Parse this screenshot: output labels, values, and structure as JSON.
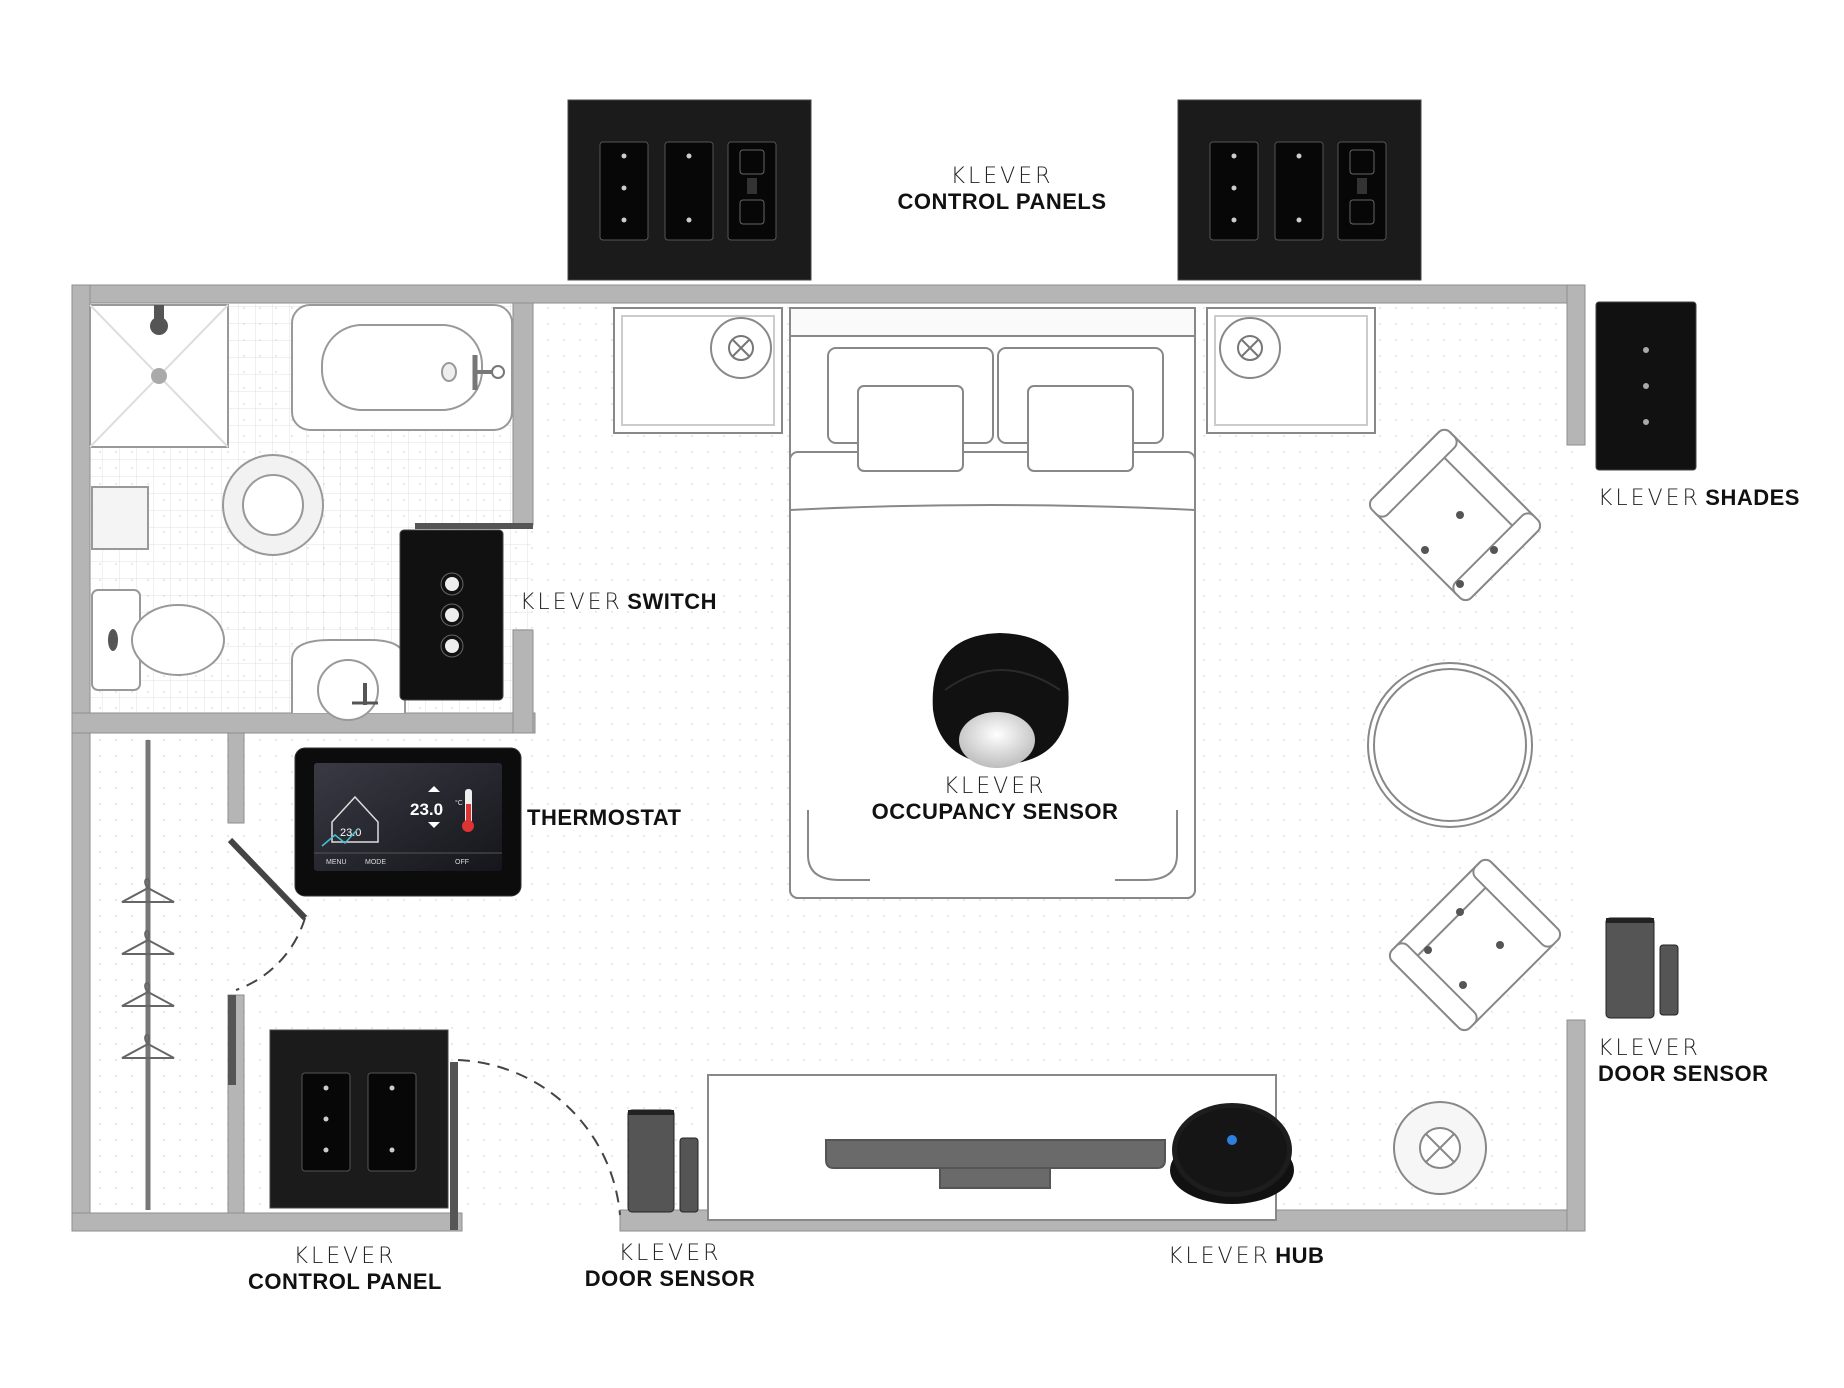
{
  "brand": "KLEVER",
  "labels": {
    "control_panels": "CONTROL PANELS",
    "shades": "SHADES",
    "switch": "SWITCH",
    "thermostat": "THERMOSTAT",
    "occupancy_sensor": "OCCUPANCY SENSOR",
    "door_sensor": "DOOR SENSOR",
    "control_panel": "CONTROL PANEL",
    "hub": "HUB"
  },
  "thermostat_screen": {
    "indoor_temp": "23.0",
    "set_temp": "23.0",
    "unit": "°C",
    "menu": "MENU",
    "mode": "MODE",
    "off": "OFF"
  },
  "colors": {
    "wall": "#b5b5b5",
    "device_dark": "#1b1b1b",
    "hub_led": "#2f7fe0"
  }
}
